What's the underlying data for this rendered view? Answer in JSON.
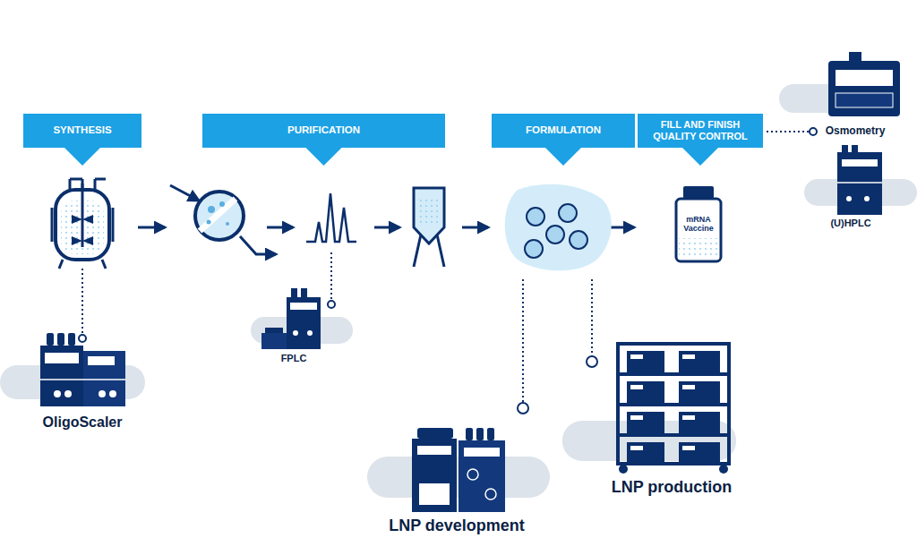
{
  "diagram": {
    "nodes": [
      {
        "text": [
          "SYNTHESIS"
        ]
      },
      {
        "text": [
          "PURIFICATION"
        ]
      },
      {
        "text": [
          "FORMULATION"
        ]
      },
      {
        "text": [
          "FILL AND FINISH QUALITY CONTROL"
        ]
      },
      {
        "text": [
          "mRNA Vaccine"
        ]
      }
    ],
    "labels": [
      "OligoScaler",
      "FPLC",
      "LNP development",
      "LNP production",
      "Osmometry",
      "(U)HPLC"
    ]
  }
}
